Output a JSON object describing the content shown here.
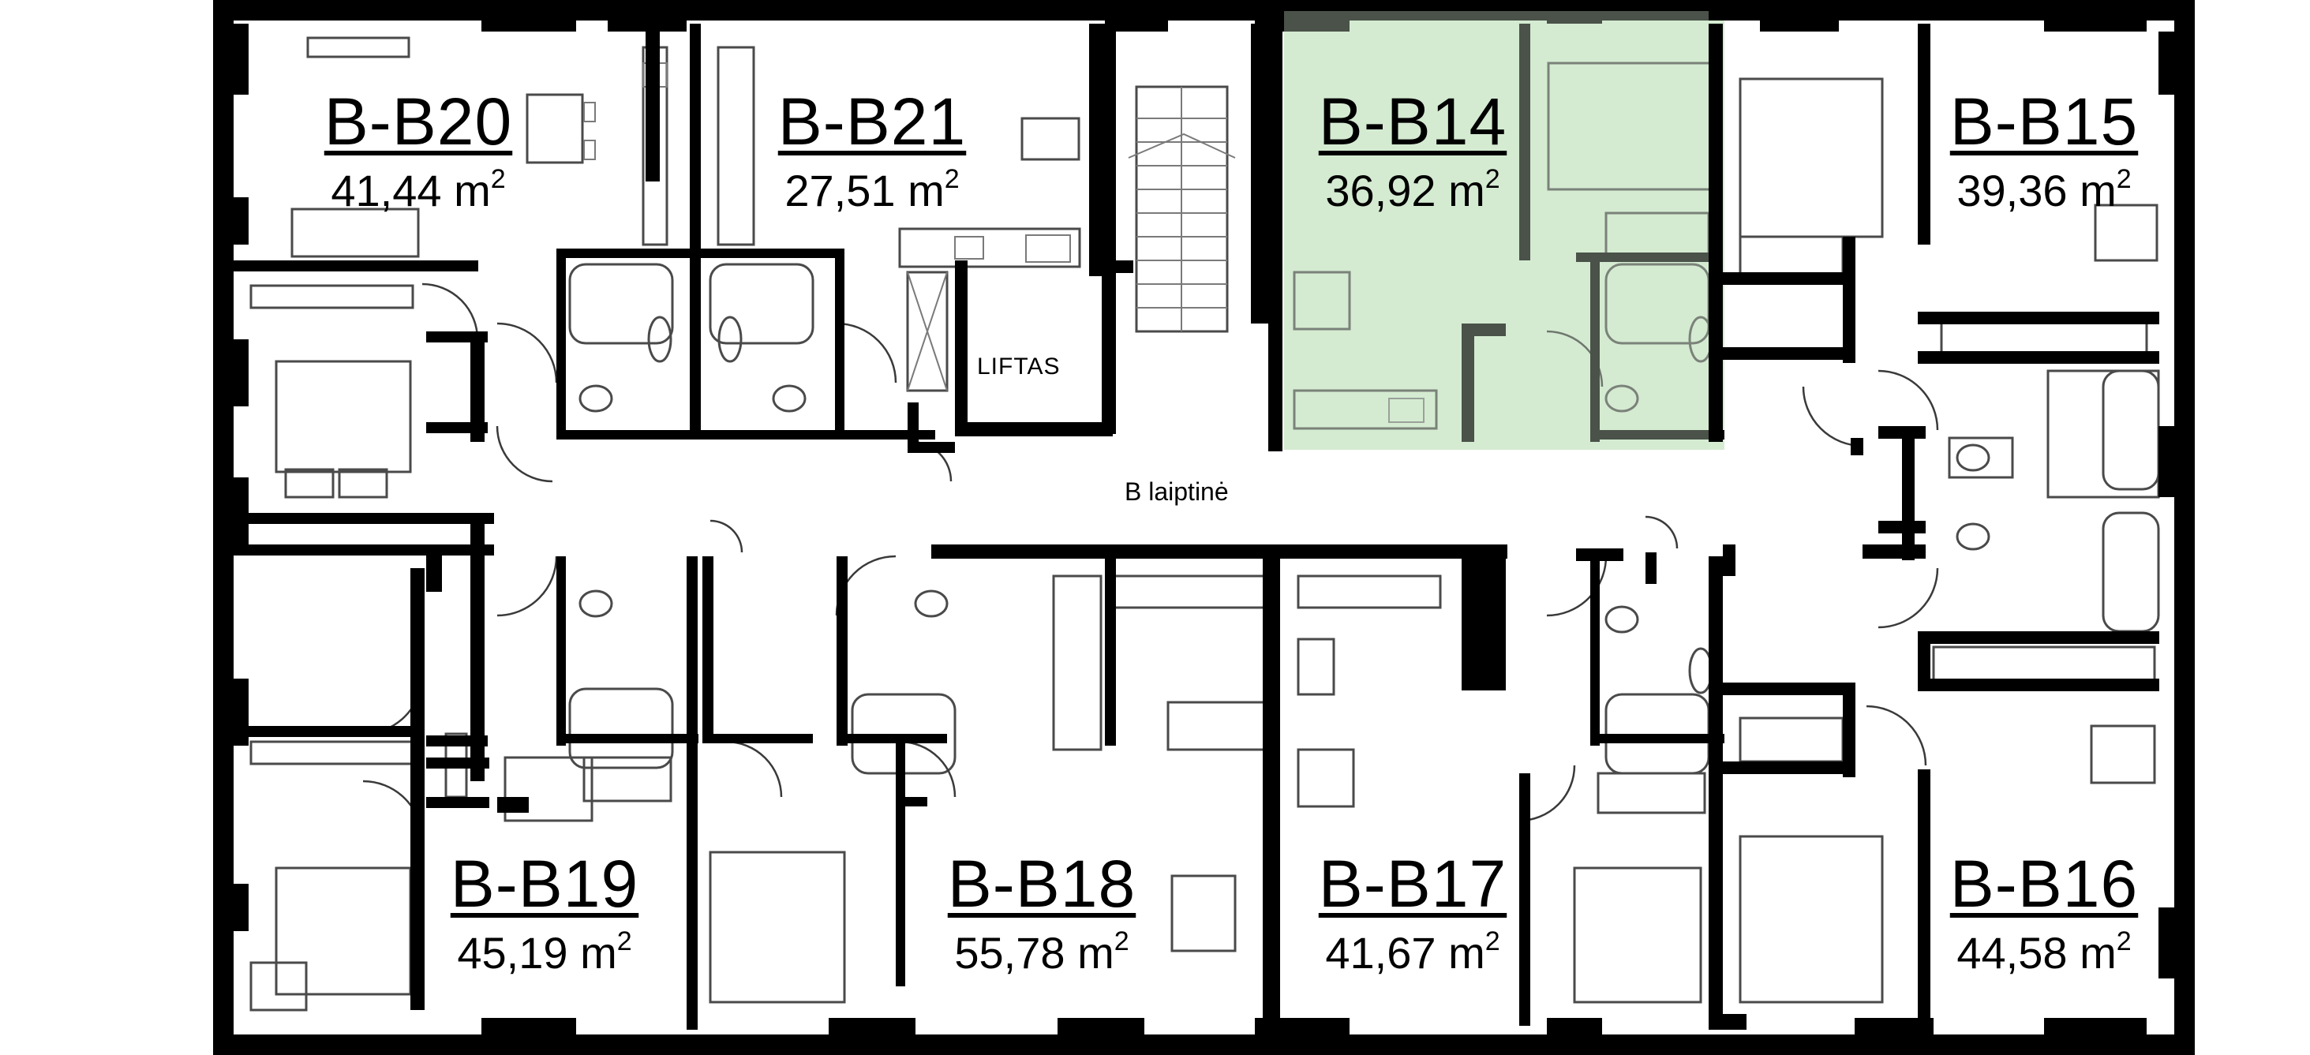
{
  "plan": {
    "corridor_label": "B laiptinė",
    "lift_label": "LIFTAS",
    "selected_apartment": "B-B14",
    "highlight_color": "#d5ecd1",
    "wall_color": "#000000",
    "area_unit": "m",
    "area_unit_power": "2"
  },
  "apartments": [
    {
      "code": "B-B20",
      "area": "41,44"
    },
    {
      "code": "B-B21",
      "area": "27,51"
    },
    {
      "code": "B-B14",
      "area": "36,92"
    },
    {
      "code": "B-B15",
      "area": "39,36"
    },
    {
      "code": "B-B19",
      "area": "45,19"
    },
    {
      "code": "B-B18",
      "area": "55,78"
    },
    {
      "code": "B-B17",
      "area": "41,67"
    },
    {
      "code": "B-B16",
      "area": "44,58"
    }
  ]
}
